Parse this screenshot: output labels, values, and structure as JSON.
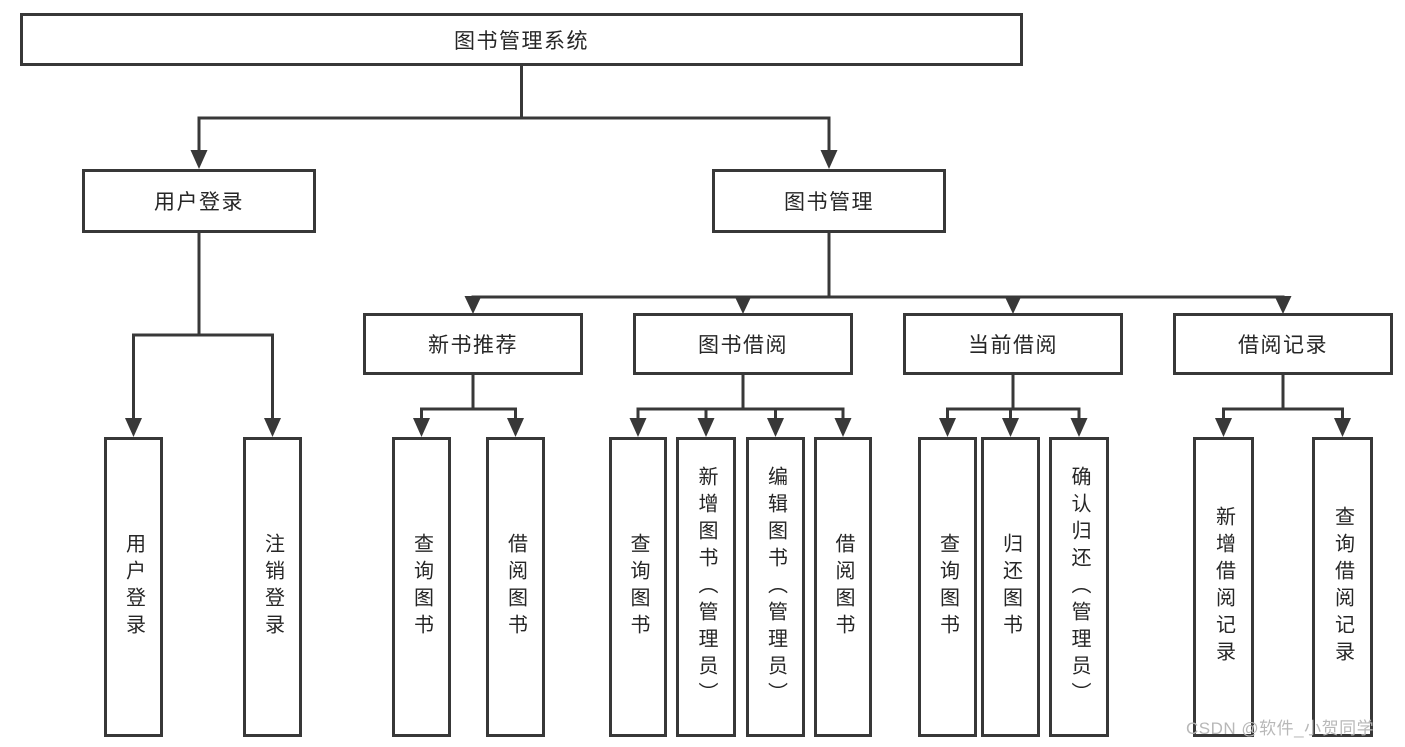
{
  "diagram": {
    "title": "图书管理系统",
    "type": "tree-structure-chart"
  },
  "nodes": {
    "root": "图书管理系统",
    "user_login": "用户登录",
    "book_mgmt": "图书管理",
    "new_book_rec": "新书推荐",
    "book_borrow": "图书借阅",
    "current_borrow": "当前借阅",
    "borrow_records": "借阅记录",
    "leaf_user_login": "用户登录",
    "leaf_logout": "注销登录",
    "leaf_query_book_1": "查询图书",
    "leaf_borrow_book_1": "借阅图书",
    "leaf_query_book_2": "查询图书",
    "leaf_add_book": "新增图书（管理员）",
    "leaf_edit_book": "编辑图书（管理员）",
    "leaf_borrow_book_2": "借阅图书",
    "leaf_query_book_3": "查询图书",
    "leaf_return_book": "归还图书",
    "leaf_confirm_return": "确认归还（管理员）",
    "leaf_add_borrow_record": "新增借阅记录",
    "leaf_query_borrow_record": "查询借阅记录"
  },
  "hierarchy": {
    "图书管理系统": [
      "用户登录",
      "图书管理"
    ],
    "用户登录": [
      "用户登录",
      "注销登录"
    ],
    "图书管理": [
      "新书推荐",
      "图书借阅",
      "当前借阅",
      "借阅记录"
    ],
    "新书推荐": [
      "查询图书",
      "借阅图书"
    ],
    "图书借阅": [
      "查询图书",
      "新增图书（管理员）",
      "编辑图书（管理员）",
      "借阅图书"
    ],
    "当前借阅": [
      "查询图书",
      "归还图书",
      "确认归还（管理员）"
    ],
    "借阅记录": [
      "新增借阅记录",
      "查询借阅记录"
    ]
  },
  "watermark": "CSDN @软件_小贺同学",
  "colors": {
    "line": "#383838",
    "box_border": "#383838",
    "text": "#262626",
    "background": "#ffffff",
    "watermark": "#b8b8b8"
  }
}
